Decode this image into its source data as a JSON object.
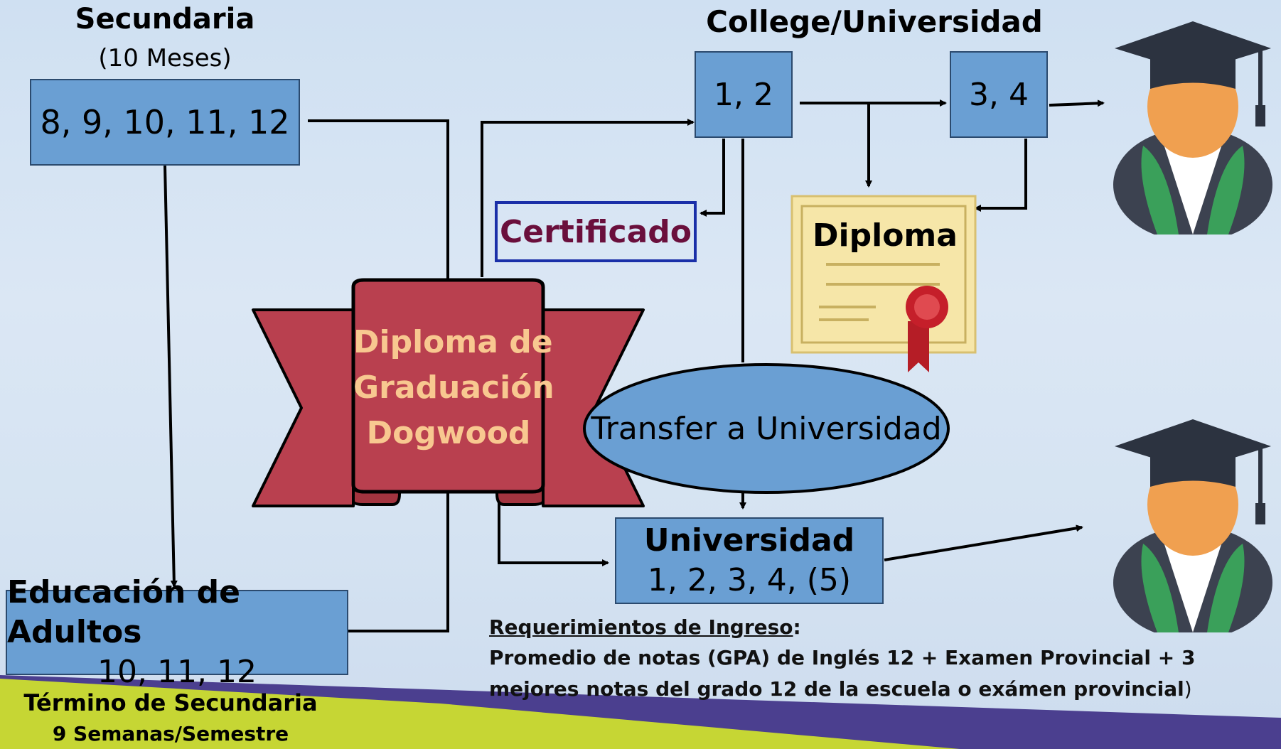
{
  "secundaria": {
    "title": "Secundaria",
    "duration": "(10 Meses)",
    "grades": "8, 9, 10, 11, 12"
  },
  "college": {
    "title": "College/Universidad",
    "years_a": "1, 2",
    "years_b": "3, 4"
  },
  "certificado": "Certificado",
  "diploma": "Diploma",
  "ribbon": {
    "line1": "Diploma de",
    "line2": "Graduación",
    "line3": "Dogwood"
  },
  "transfer": "Transfer a Universidad",
  "universidad": {
    "title": "Universidad",
    "years": "1, 2, 3, 4, (5)"
  },
  "adultos": {
    "title": "Educación de Adultos",
    "grades": "10, 11, 12"
  },
  "termino": {
    "title": "Término de Secundaria",
    "subtitle": "9 Semanas/Semestre"
  },
  "requirements": {
    "heading": "Requerimientos de Ingreso",
    "colon": ":",
    "line1": "Promedio de notas (GPA) de Inglés 12 + Examen Provincial + 3",
    "line2": "mejores notas del grado 12  de la escuela o exámen provincial",
    "close_paren": ")"
  },
  "colors": {
    "box_fill": "#6a9fd3",
    "ribbon_fill": "#b9404f",
    "ribbon_text": "#f8c890",
    "certificado_text": "#6a0f3c",
    "certificado_border": "#1a2fa8",
    "bottom_band_green": "#c6d634",
    "bottom_band_purple": "#4b3f8f"
  },
  "icons": {
    "graduate_top": "graduate-icon",
    "graduate_bottom": "graduate-icon",
    "diploma_certificate": "certificate-icon"
  }
}
